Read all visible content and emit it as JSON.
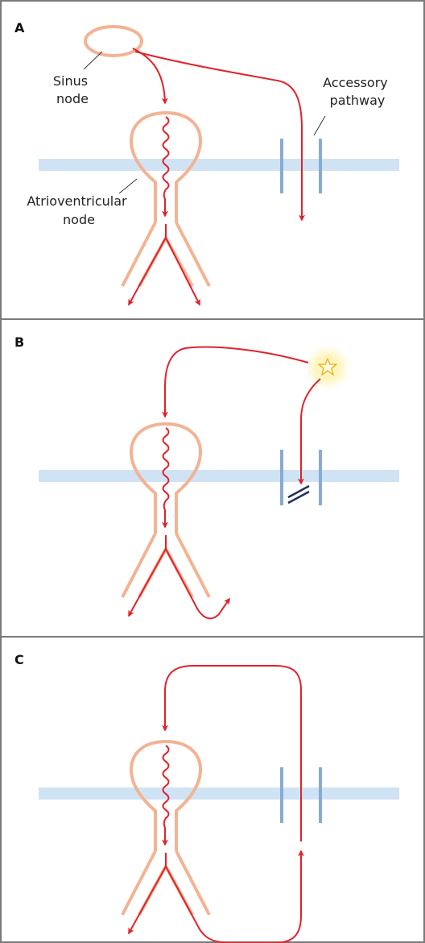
{
  "colors": {
    "conduction": "#e0232a",
    "node": "#f3b393",
    "septum": "#cfe3f5",
    "pathway": "#87acd4",
    "block": "#1f2f5c",
    "frame": "#7a7a7a",
    "ectopic_glow": "#fff0a8",
    "ectopic_star": "#f2b21a"
  },
  "panels": [
    {
      "label": "A",
      "annotations": {
        "sinus_node": [
          "Sinus",
          "node"
        ],
        "accessory_pathway": [
          "Accessory",
          "pathway"
        ],
        "av_node": [
          "Atrioventricular",
          "node"
        ]
      }
    },
    {
      "label": "B"
    },
    {
      "label": "C"
    }
  ]
}
